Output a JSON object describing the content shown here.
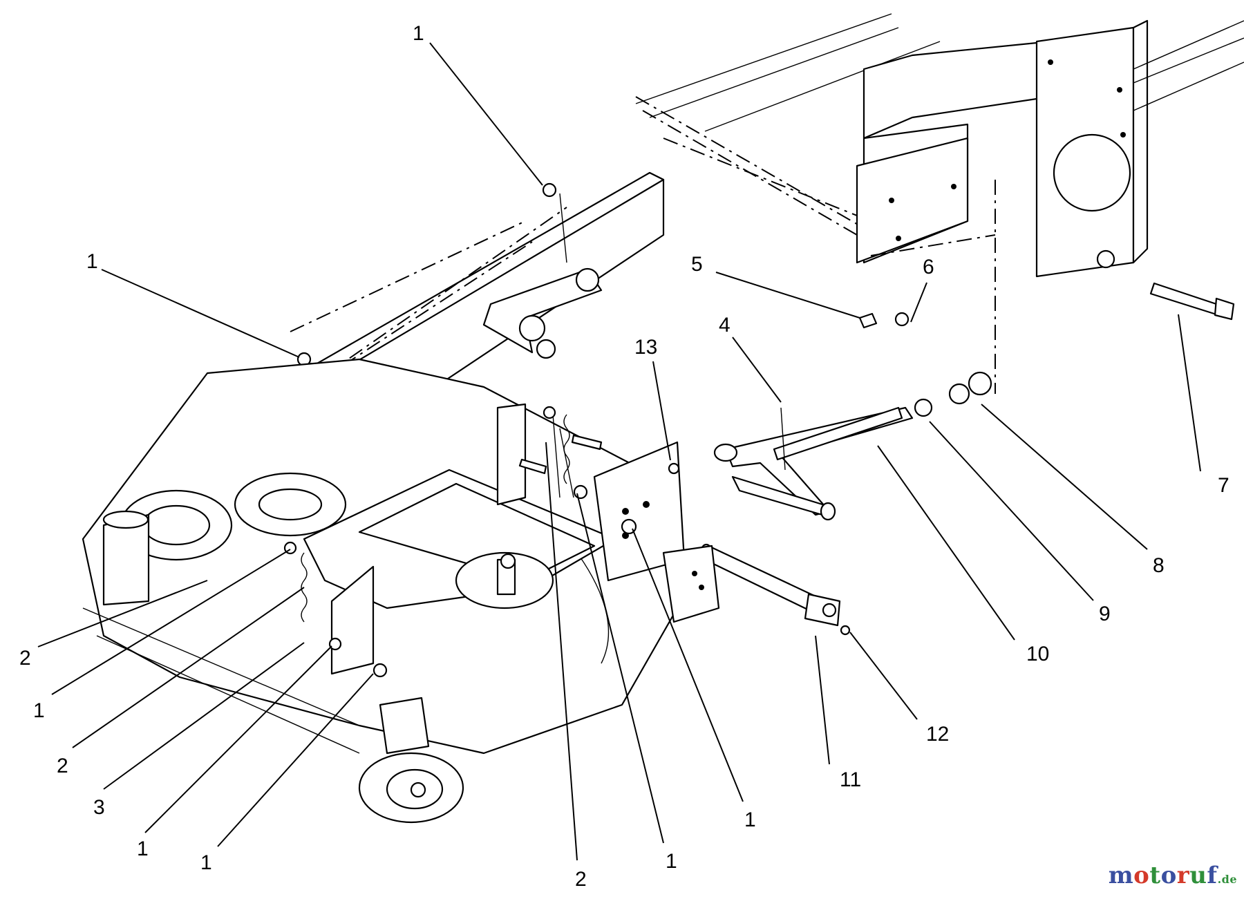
{
  "callouts": [
    {
      "id": "c01",
      "label": "1"
    },
    {
      "id": "c02",
      "label": "1"
    },
    {
      "id": "c03",
      "label": "5"
    },
    {
      "id": "c04",
      "label": "6"
    },
    {
      "id": "c05",
      "label": "4"
    },
    {
      "id": "c06",
      "label": "13"
    },
    {
      "id": "c07",
      "label": "7"
    },
    {
      "id": "c08",
      "label": "8"
    },
    {
      "id": "c09",
      "label": "9"
    },
    {
      "id": "c10",
      "label": "10"
    },
    {
      "id": "c11",
      "label": "12"
    },
    {
      "id": "c12",
      "label": "11"
    },
    {
      "id": "c13",
      "label": "2"
    },
    {
      "id": "c14",
      "label": "1"
    },
    {
      "id": "c15",
      "label": "2"
    },
    {
      "id": "c16",
      "label": "3"
    },
    {
      "id": "c17",
      "label": "1"
    },
    {
      "id": "c18",
      "label": "1"
    },
    {
      "id": "c19",
      "label": "2"
    },
    {
      "id": "c20",
      "label": "1"
    },
    {
      "id": "c21",
      "label": "1"
    }
  ],
  "watermark": {
    "text_main": "motoruf",
    "text_suffix": ".de",
    "color_a": "#3a4fa0",
    "color_b": "#d43a2a",
    "color_c": "#2f8f3a"
  }
}
